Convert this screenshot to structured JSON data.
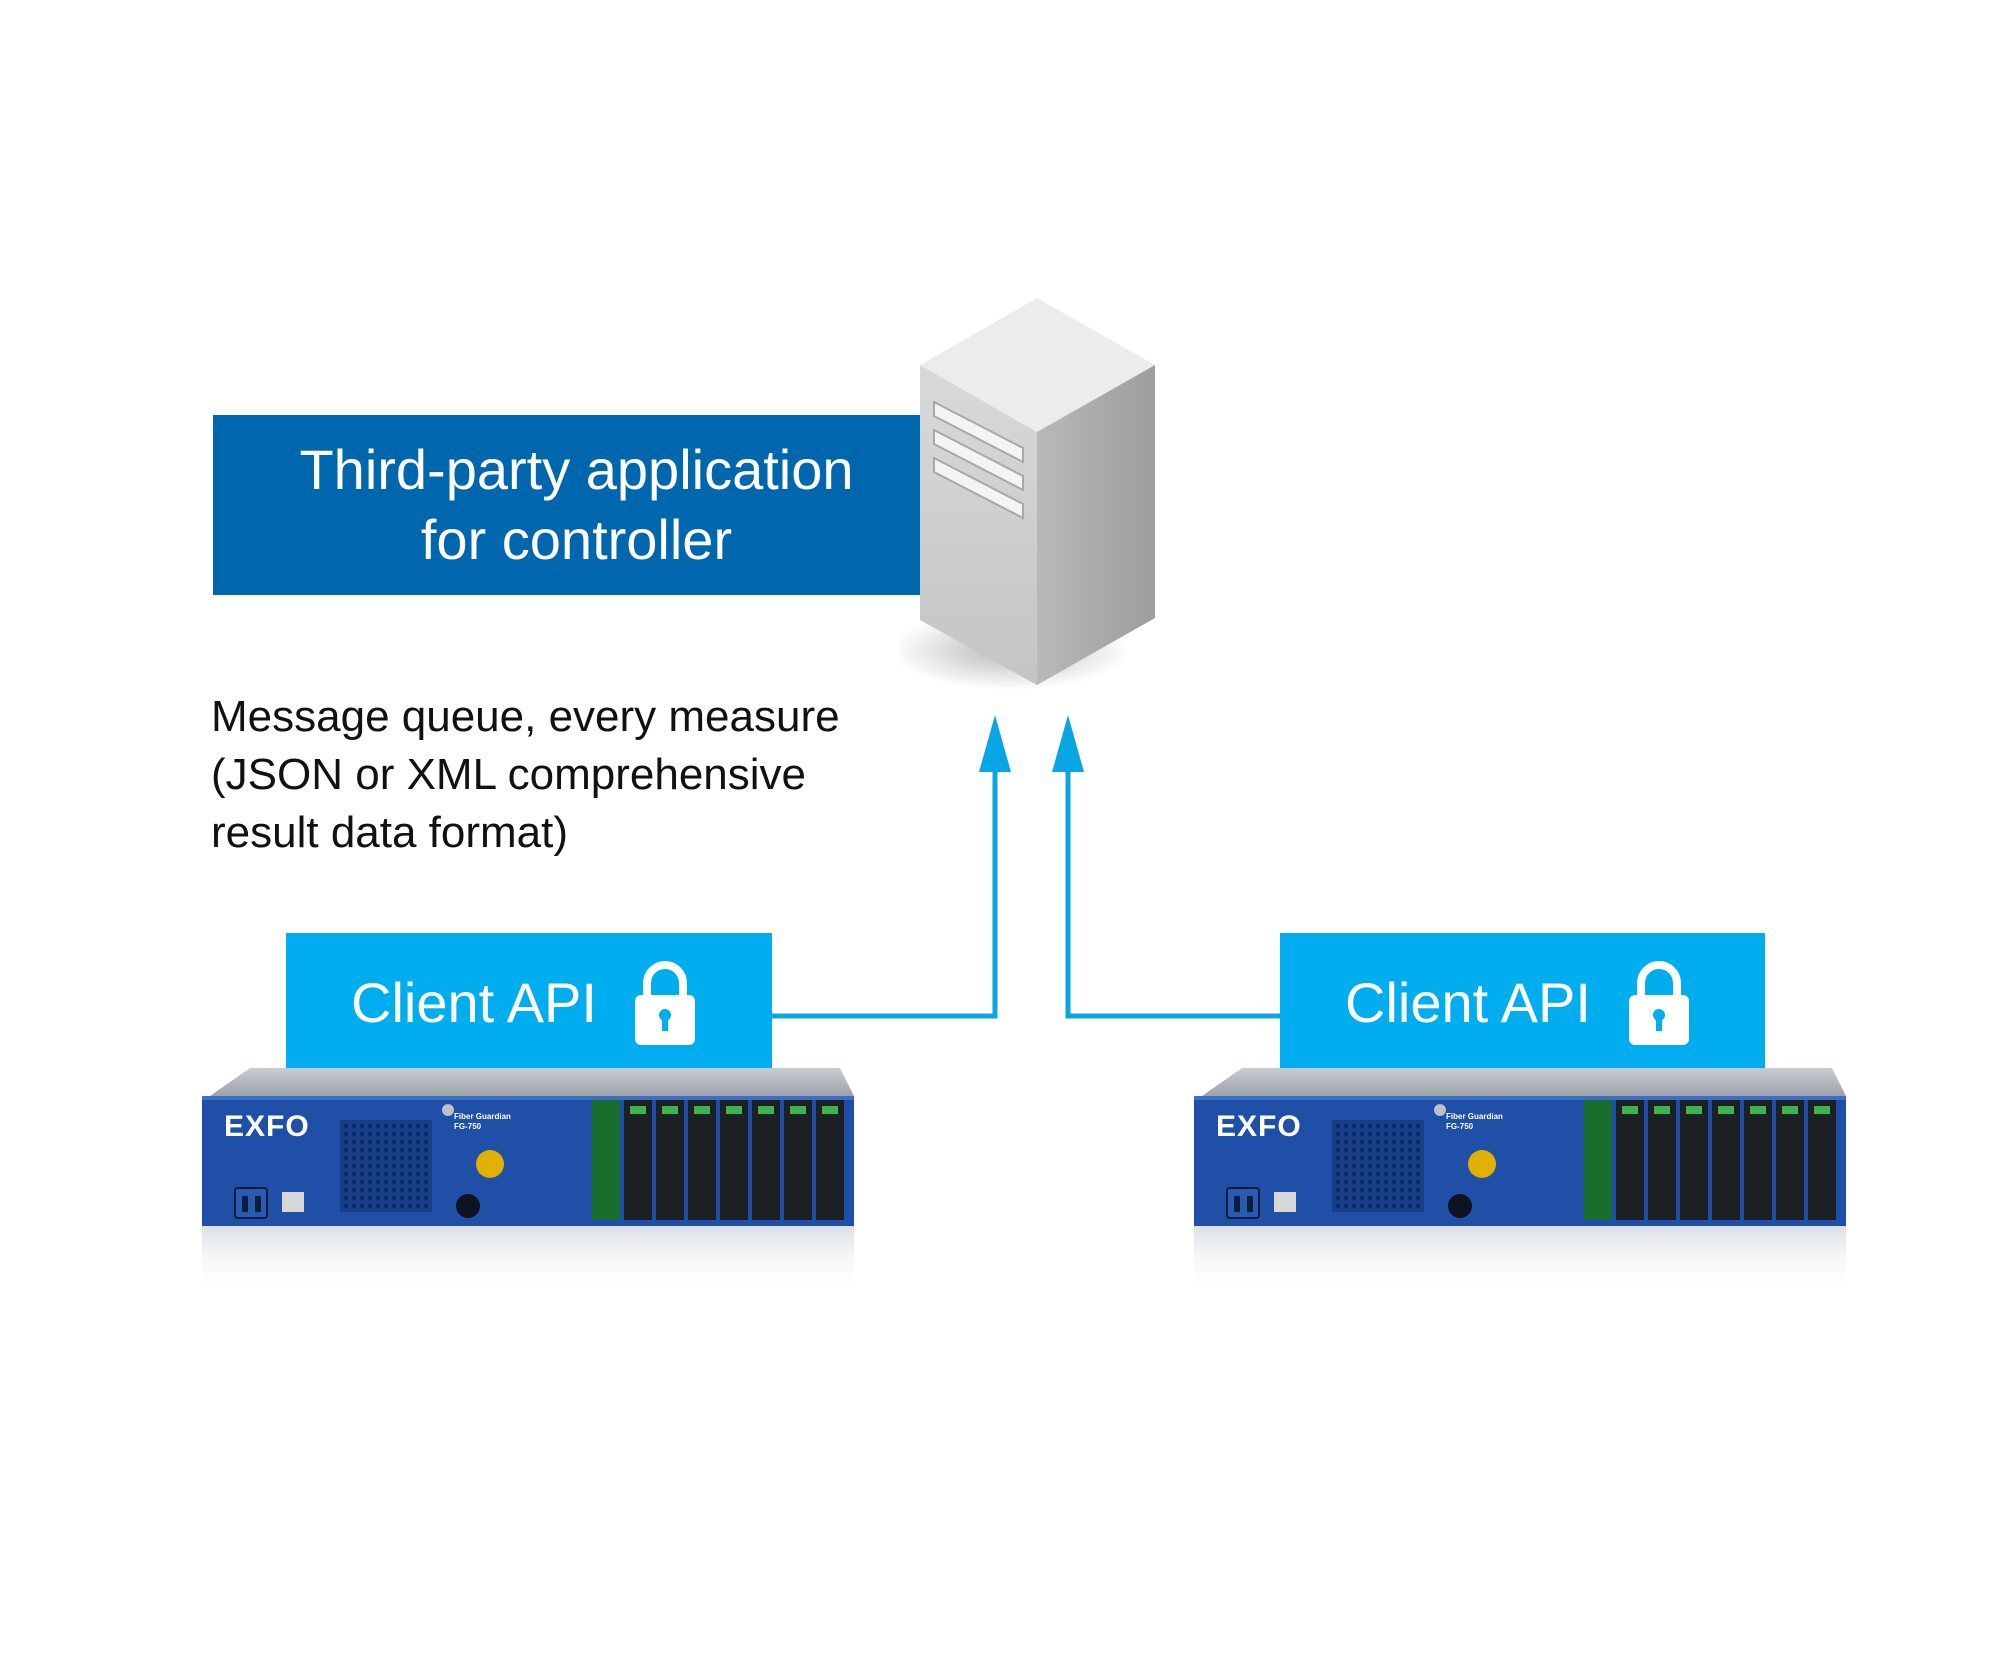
{
  "controller": {
    "label_line1": "Third-party application",
    "label_line2": "for controller",
    "icon": "server-tower-icon"
  },
  "message_queue": {
    "line1": "Message queue, every measure",
    "line2": "(JSON or XML comprehensive",
    "line3": "result data format)"
  },
  "clients": [
    {
      "api_label": "Client API",
      "lock_icon": "padlock-icon",
      "device": {
        "brand": "EXFO",
        "model_line1": "Fiber Guardian",
        "model_line2": "FG-750"
      }
    },
    {
      "api_label": "Client API",
      "lock_icon": "padlock-icon",
      "device": {
        "brand": "EXFO",
        "model_line1": "Fiber Guardian",
        "model_line2": "FG-750"
      }
    }
  ],
  "colors": {
    "controller_banner": "#0066ad",
    "client_api_box": "#00aeef",
    "connector_arrow": "#0aa5e3",
    "device_body": "#1f4fa6"
  }
}
